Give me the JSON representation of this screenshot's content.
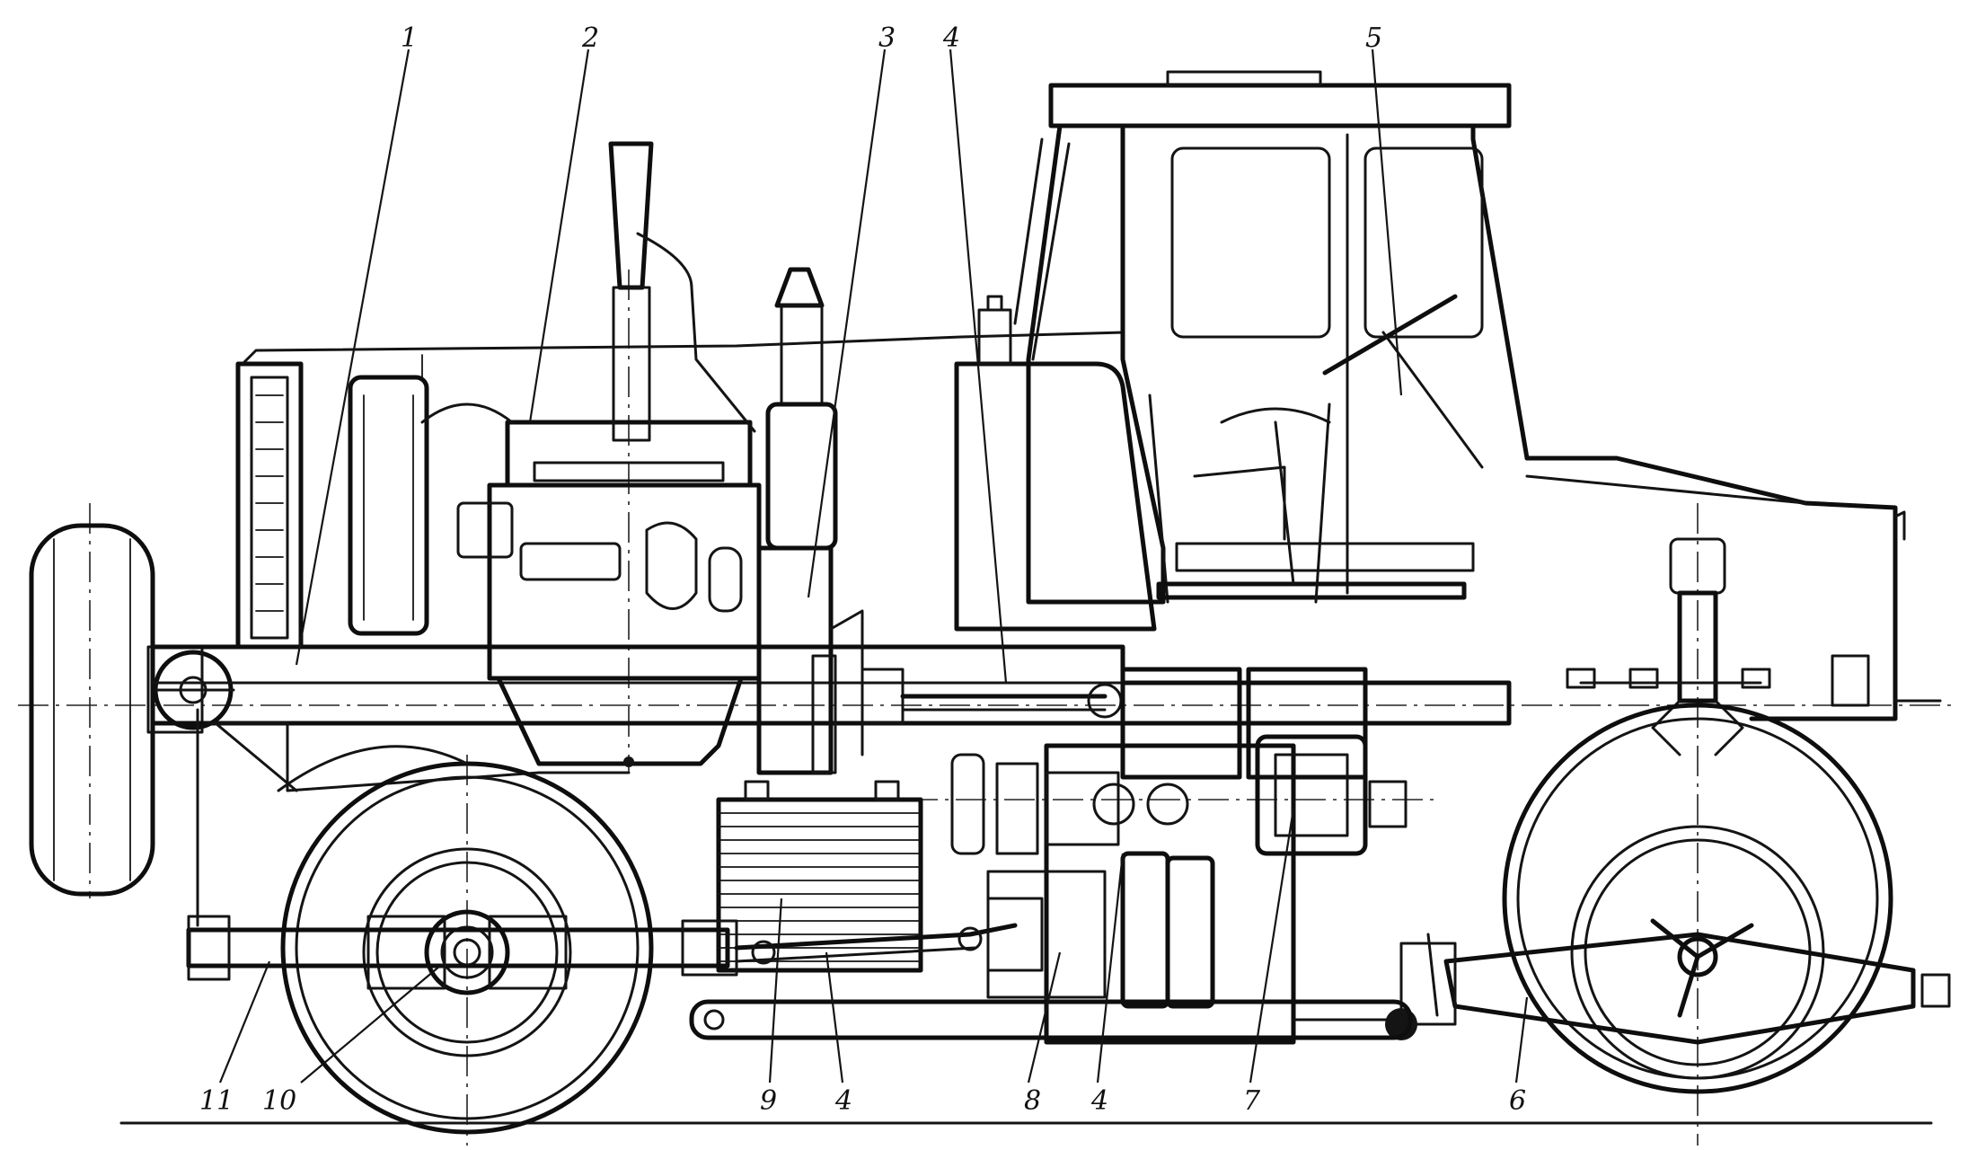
{
  "figure": {
    "type": "technical cutaway drawing",
    "line_color": "#141414",
    "background": "#ffffff"
  },
  "callouts": [
    {
      "id": "c1",
      "text": "1"
    },
    {
      "id": "c2",
      "text": "2"
    },
    {
      "id": "c3",
      "text": "3"
    },
    {
      "id": "c4a",
      "text": "4"
    },
    {
      "id": "c5",
      "text": "5"
    },
    {
      "id": "c11",
      "text": "11"
    },
    {
      "id": "c10",
      "text": "10"
    },
    {
      "id": "c9",
      "text": "9"
    },
    {
      "id": "c4b",
      "text": "4"
    },
    {
      "id": "c8",
      "text": "8"
    },
    {
      "id": "c4c",
      "text": "4"
    },
    {
      "id": "c7",
      "text": "7"
    },
    {
      "id": "c6",
      "text": "6"
    }
  ]
}
